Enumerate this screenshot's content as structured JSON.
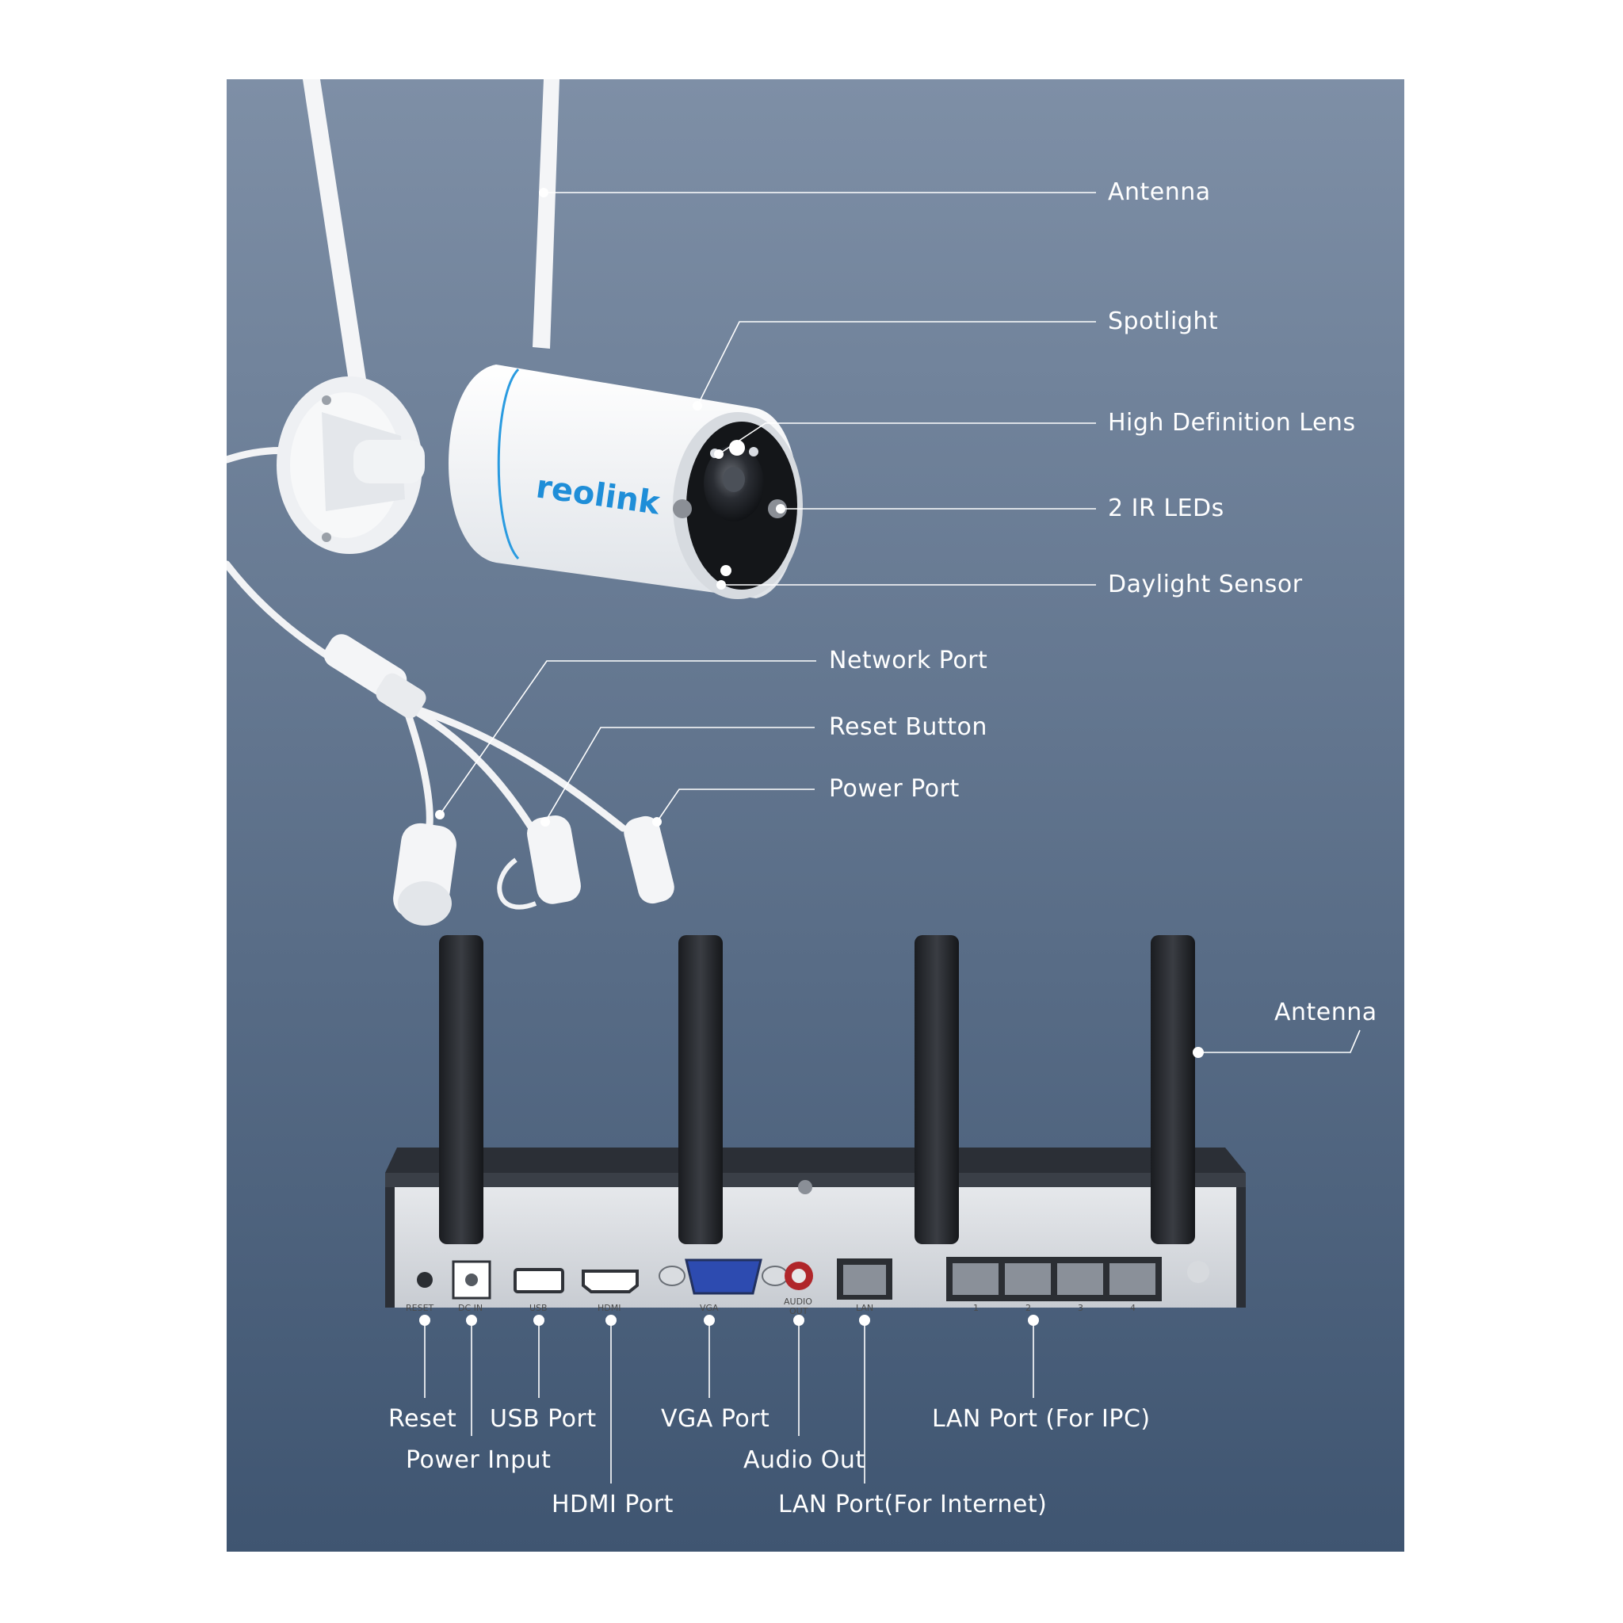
{
  "brand": "reolink",
  "camera_callouts": [
    {
      "id": "antenna",
      "text": "Antenna"
    },
    {
      "id": "spotlight",
      "text": "Spotlight"
    },
    {
      "id": "hd-lens",
      "text": "High Definition Lens"
    },
    {
      "id": "ir-leds",
      "text": "2 IR LEDs"
    },
    {
      "id": "daylight-sensor",
      "text": "Daylight Sensor"
    },
    {
      "id": "network-port",
      "text": "Network Port"
    },
    {
      "id": "reset-button",
      "text": "Reset Button"
    },
    {
      "id": "power-port",
      "text": "Power Port"
    }
  ],
  "nvr_callouts": [
    {
      "id": "nvr-antenna",
      "text": "Antenna"
    },
    {
      "id": "reset",
      "text": "Reset"
    },
    {
      "id": "power-input",
      "text": "Power Input"
    },
    {
      "id": "usb-port",
      "text": "USB Port"
    },
    {
      "id": "hdmi-port",
      "text": "HDMI Port"
    },
    {
      "id": "vga-port",
      "text": "VGA Port"
    },
    {
      "id": "audio-out",
      "text": "Audio Out"
    },
    {
      "id": "lan-internet",
      "text": "LAN Port(For Internet)"
    },
    {
      "id": "lan-ipc",
      "text": "LAN Port (For IPC)"
    }
  ],
  "nvr_port_labels": {
    "reset": "RESET",
    "dc_in": "DC IN",
    "usb": "USB",
    "hdmi": "HDMI",
    "vga": "VGA",
    "audio_1": "AUDIO",
    "audio_2": "OUT",
    "lan": "LAN",
    "lan_1": "1",
    "lan_2": "2",
    "lan_3": "3",
    "lan_4": "4"
  },
  "colors": {
    "bg_top": "#7e8fa6",
    "bg_bottom": "#3f5571",
    "callout_line": "#ffffff",
    "brand": "#1f8ed8"
  }
}
